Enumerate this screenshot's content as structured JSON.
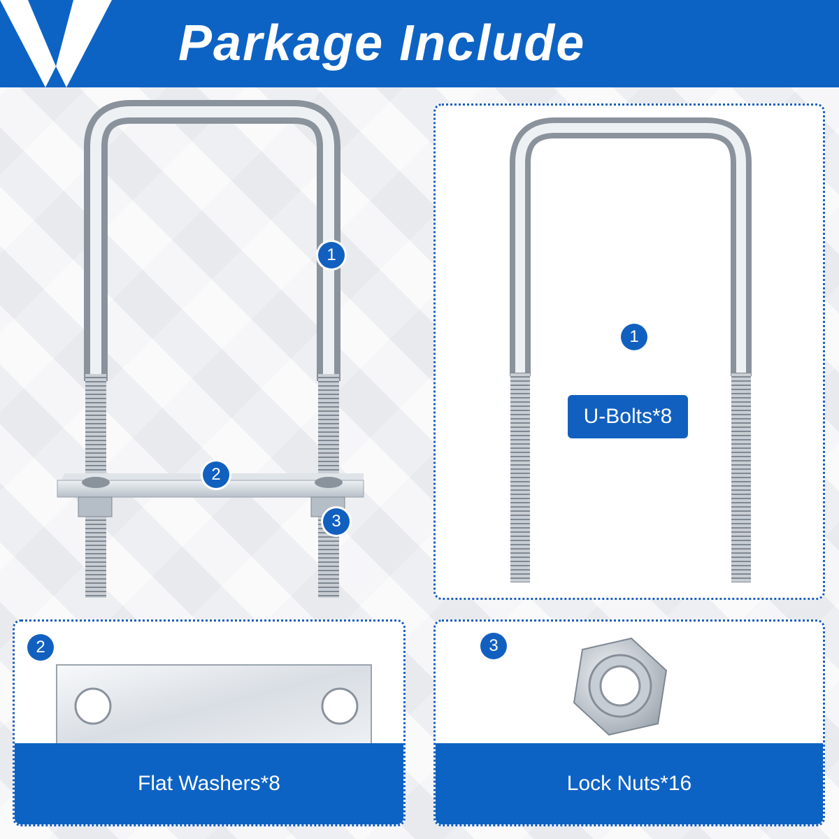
{
  "header": {
    "title": "Parkage Include",
    "accent_color": "#0d63c4"
  },
  "assembly": {
    "badges": [
      "1",
      "2",
      "3"
    ]
  },
  "items": [
    {
      "number": "1",
      "label": "U-Bolts*8",
      "icon": "u-bolt-icon"
    },
    {
      "number": "2",
      "label": "Flat Washers*8",
      "icon": "flat-washer-plate-icon"
    },
    {
      "number": "3",
      "label": "Lock Nuts*16",
      "icon": "hex-lock-nut-icon"
    }
  ]
}
